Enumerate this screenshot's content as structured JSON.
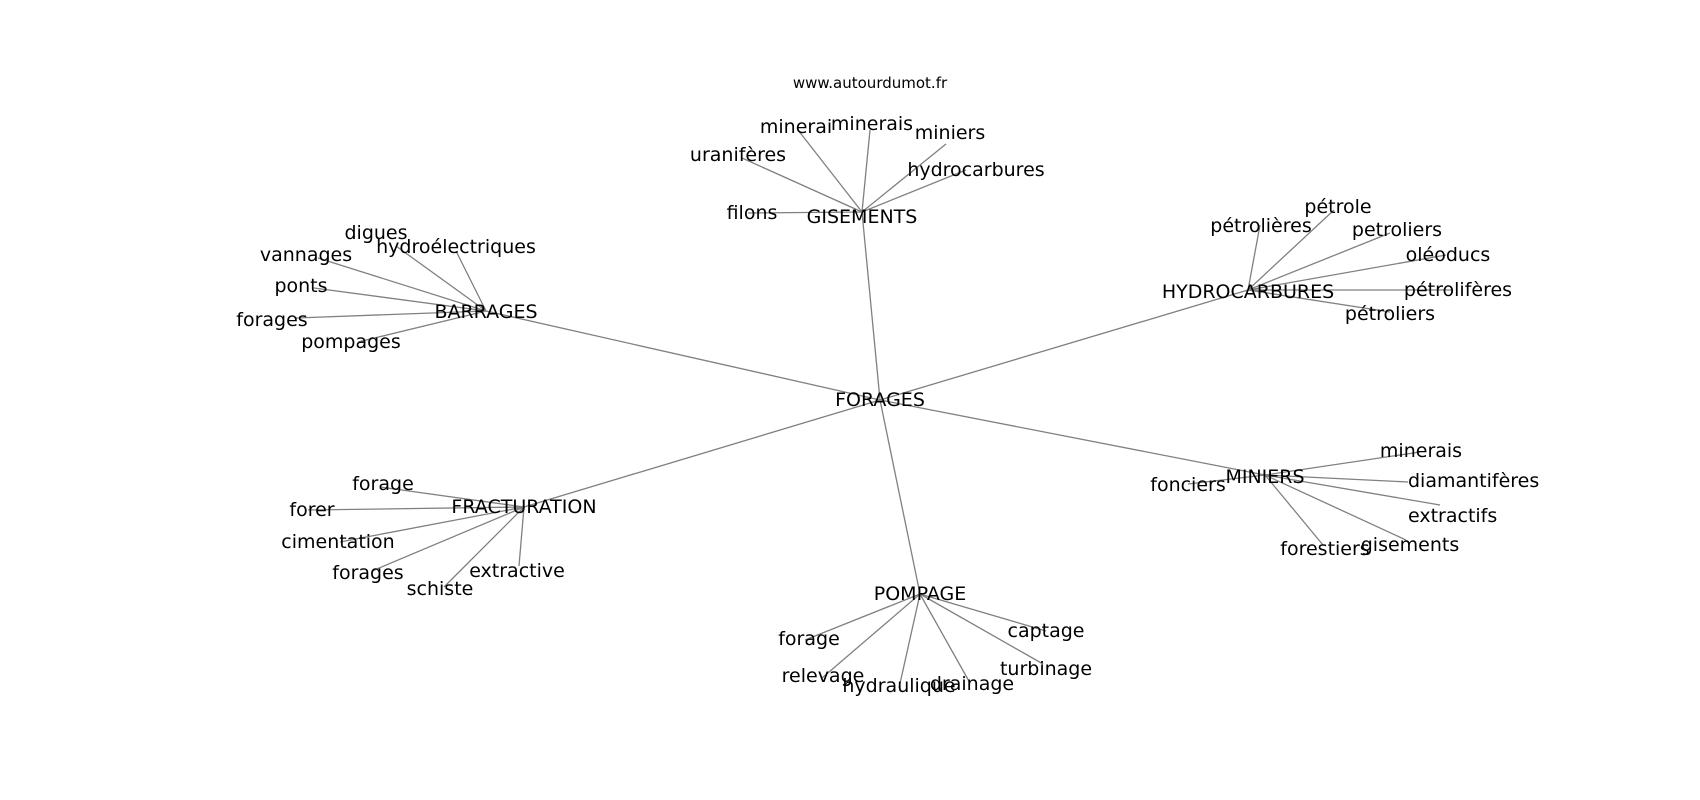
{
  "source_label": "www.autourdumot.fr",
  "center": "FORAGES",
  "hubs": [
    {
      "id": "gisements",
      "label": "GISEMENTS",
      "leaves": [
        "filons",
        "uranifères",
        "minerai",
        "minerais",
        "miniers",
        "hydrocarbures"
      ]
    },
    {
      "id": "hydrocarbures",
      "label": "HYDROCARBURES",
      "leaves": [
        "pétrolières",
        "pétrole",
        "petroliers",
        "oléoducs",
        "pétrolifères",
        "pétroliers"
      ]
    },
    {
      "id": "miniers",
      "label": "MINIERS",
      "leaves": [
        "minerais",
        "diamantifères",
        "extractifs",
        "gisements",
        "forestiers",
        "fonciers"
      ]
    },
    {
      "id": "pompage",
      "label": "POMPAGE",
      "leaves": [
        "captage",
        "turbinage",
        "drainage",
        "hydraulique",
        "relevage",
        "forage"
      ]
    },
    {
      "id": "fracturation",
      "label": "FRACTURATION",
      "leaves": [
        "extractive",
        "schiste",
        "forages",
        "cimentation",
        "forer",
        "forage"
      ]
    },
    {
      "id": "barrages",
      "label": "BARRAGES",
      "leaves": [
        "pompages",
        "forages",
        "ponts",
        "vannages",
        "digues",
        "hydroélectriques"
      ]
    }
  ]
}
